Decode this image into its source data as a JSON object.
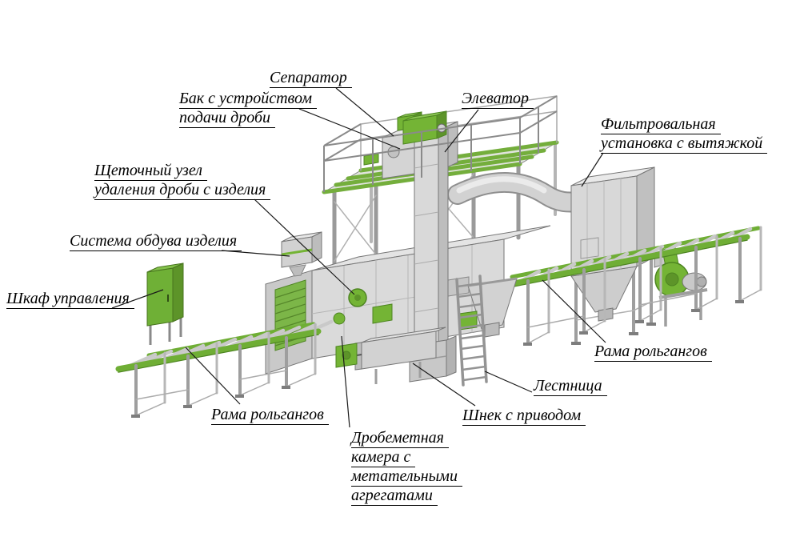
{
  "diagram": {
    "type": "isometric-technical-diagram",
    "subject": "shot-blasting-machine-layout"
  },
  "labels": [
    {
      "id": "separator",
      "lines": [
        "Сепаратор"
      ]
    },
    {
      "id": "shot-feed-tank",
      "lines": [
        "Бак с устройством",
        "подачи дроби"
      ]
    },
    {
      "id": "elevator",
      "lines": [
        "Элеватор"
      ]
    },
    {
      "id": "filter-unit",
      "lines": [
        "Фильтровальная",
        "установка с вытяжкой"
      ]
    },
    {
      "id": "brush-unit",
      "lines": [
        "Щеточный узел",
        "удаления дроби с изделия"
      ]
    },
    {
      "id": "blowoff-system",
      "lines": [
        "Система обдува изделия"
      ]
    },
    {
      "id": "control-cabinet",
      "lines": [
        "Шкаф управления"
      ]
    },
    {
      "id": "roller-frame-right",
      "lines": [
        "Рама рольгангов"
      ]
    },
    {
      "id": "ladder",
      "lines": [
        "Лестница"
      ]
    },
    {
      "id": "screw-drive",
      "lines": [
        "Шнек с приводом"
      ]
    },
    {
      "id": "roller-frame-left",
      "lines": [
        "Рама рольгангов"
      ]
    },
    {
      "id": "blast-chamber",
      "lines": [
        "Дробеметная",
        "камера с",
        "метательными",
        "агрегатами"
      ]
    }
  ],
  "colors": {
    "accent_green": "#74b435",
    "accent_green_dark": "#4e8522",
    "machine_gray": "#d8d8d8",
    "machine_gray_dark": "#bdbdbd",
    "outline": "#6e6e6e",
    "leader_line": "#1a1a1a",
    "background": "#ffffff"
  }
}
